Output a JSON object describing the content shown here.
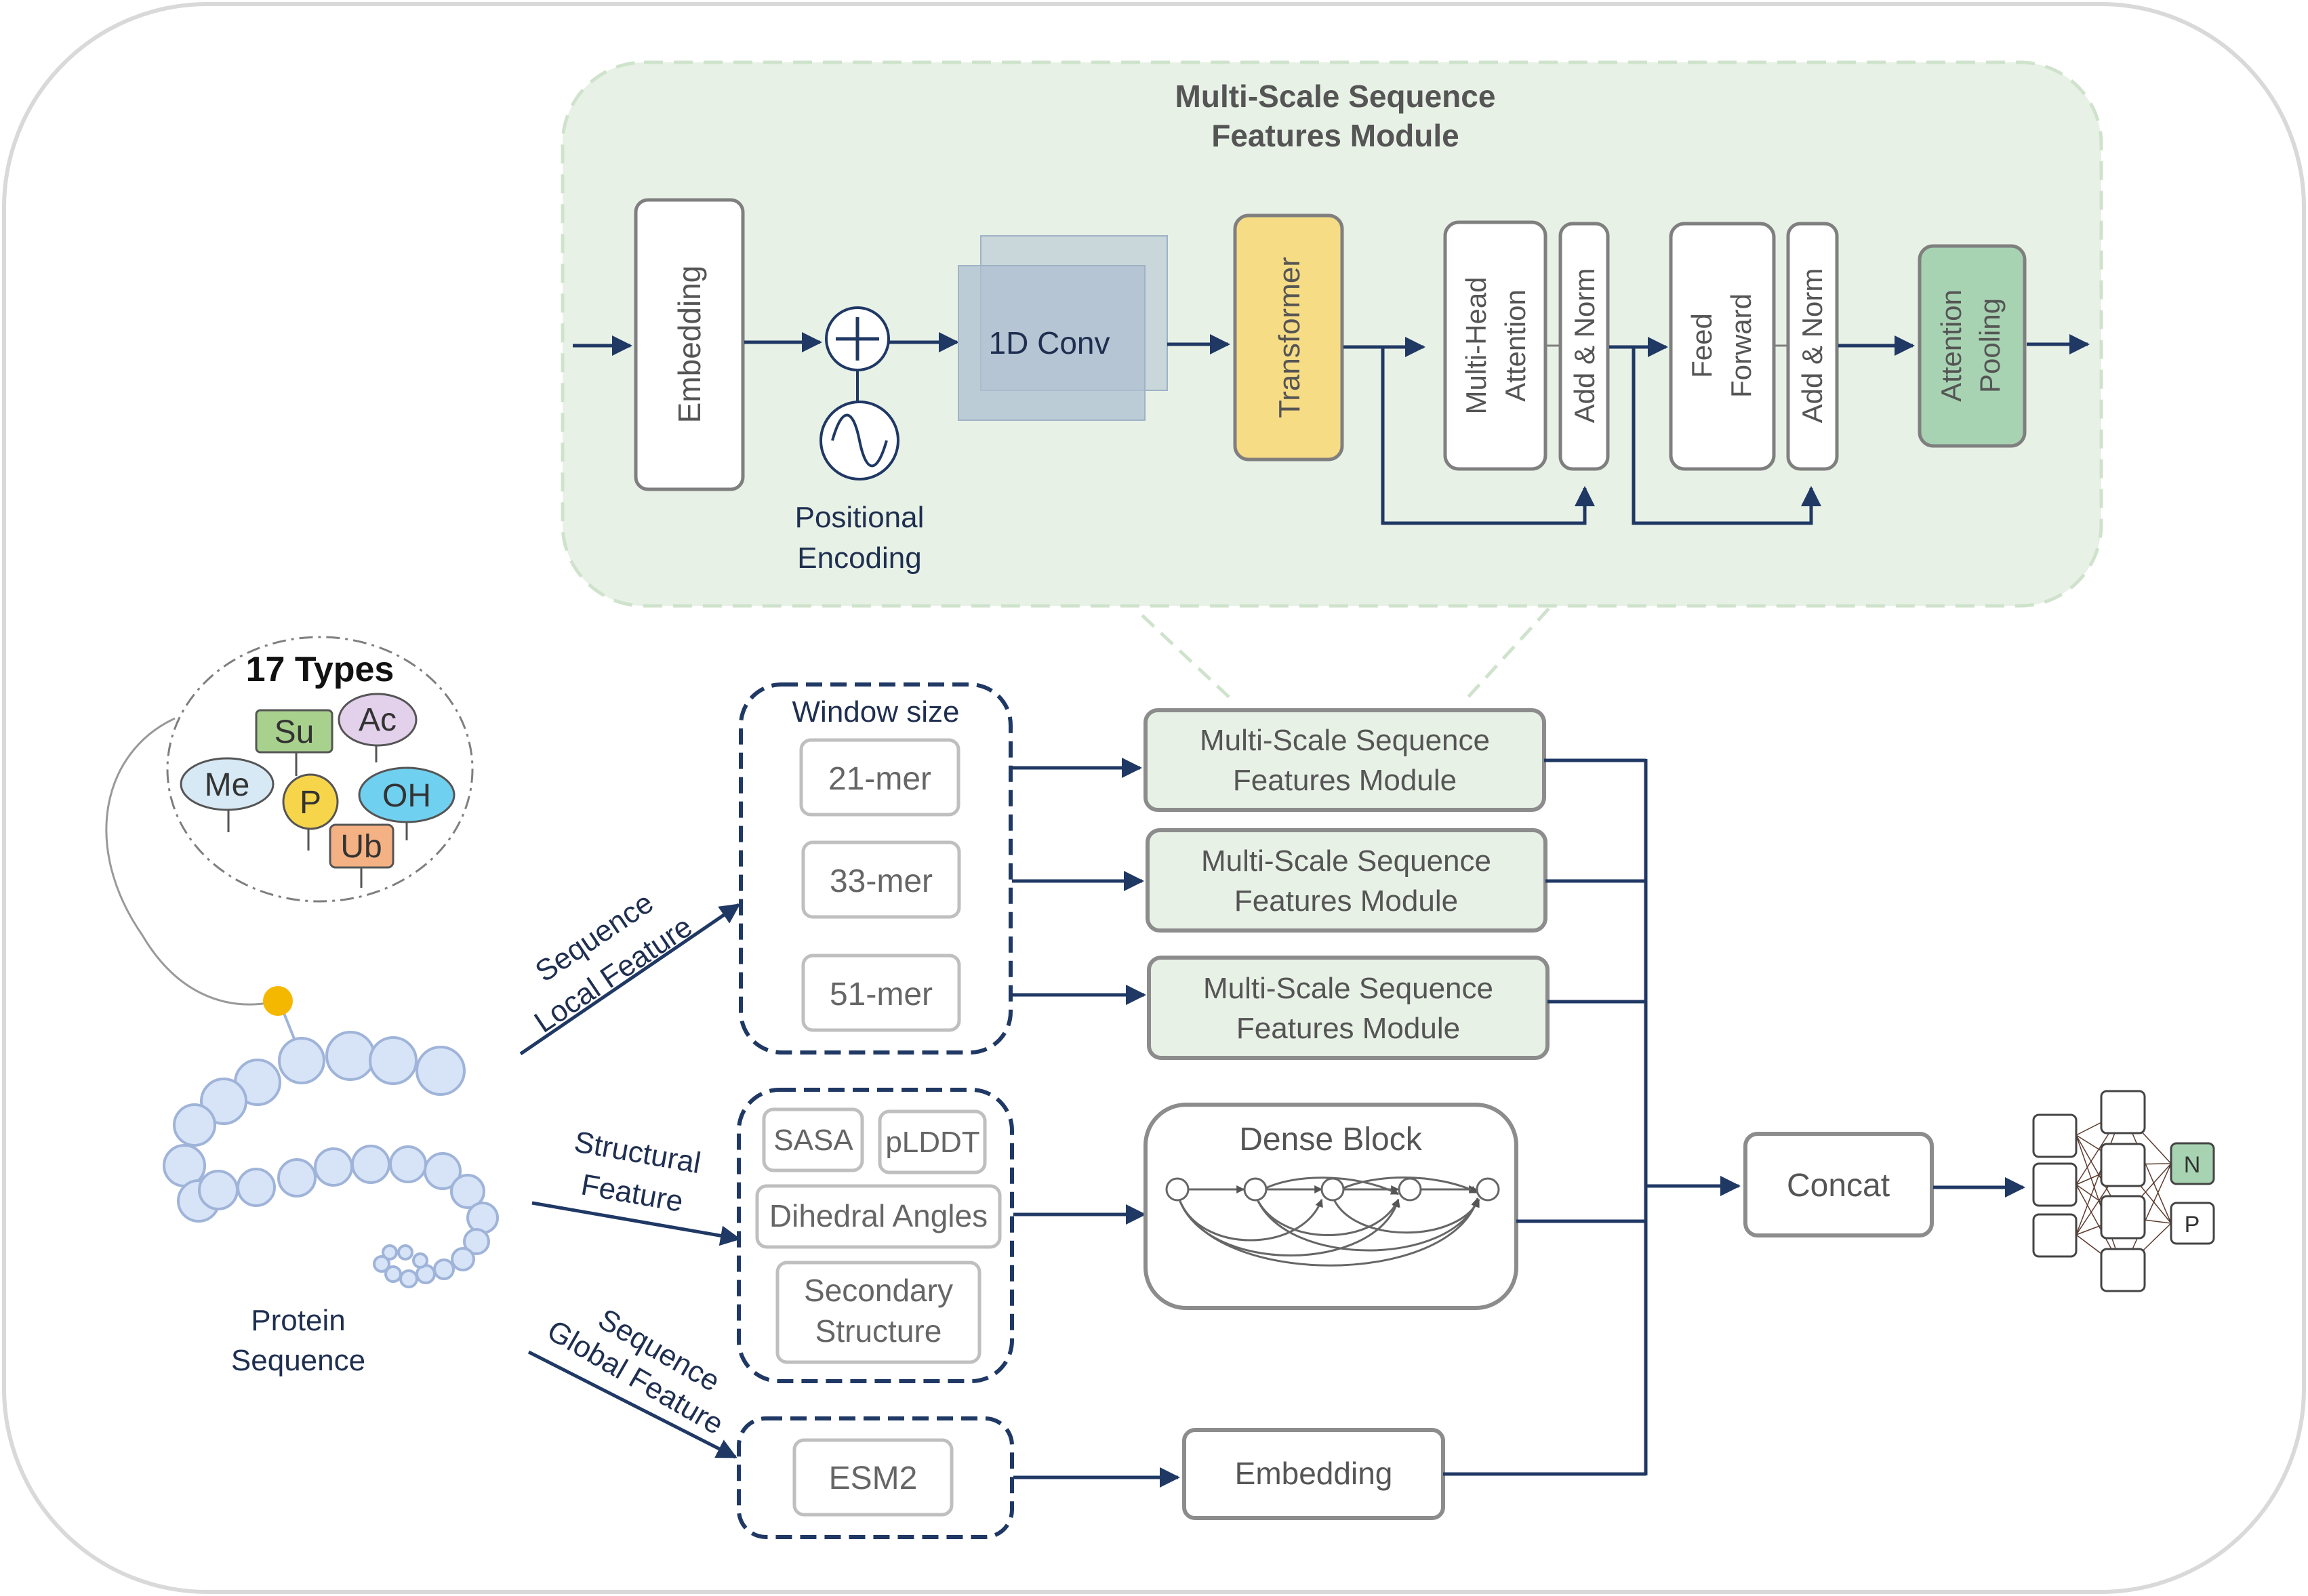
{
  "module_detail": {
    "title_line1": "Multi-Scale Sequence",
    "title_line2": "Features Module",
    "embedding": "Embedding",
    "positional_line1": "Positional",
    "positional_line2": "Encoding",
    "conv": "1D Conv",
    "transformer": "Transformer",
    "mha_line1": "Multi-Head",
    "mha_line2": "Attention",
    "add_norm_1": "Add & Norm",
    "ff_line1": "Feed",
    "ff_line2": "Forward",
    "add_norm_2": "Add & Norm",
    "pool_line1": "Attention",
    "pool_line2": "Pooling"
  },
  "ptm": {
    "title": "17 Types",
    "tags": [
      "Su",
      "Ac",
      "Me",
      "P",
      "OH",
      "Ub"
    ]
  },
  "protein": {
    "label_line1": "Protein",
    "label_line2": "Sequence"
  },
  "branches": {
    "local_line1": "Sequence",
    "local_line2": "Local Feature",
    "structural_line1": "Structural",
    "structural_line2": "Feature",
    "global_line1": "Sequence",
    "global_line2": "Global Feature"
  },
  "window": {
    "title": "Window size",
    "sizes": [
      "21-mer",
      "33-mer",
      "51-mer"
    ]
  },
  "structural_inputs": {
    "sasa": "SASA",
    "plddt": "pLDDT",
    "dihedral": "Dihedral Angles",
    "secondary_line1": "Secondary",
    "secondary_line2": "Structure"
  },
  "global_input": {
    "esm": "ESM2"
  },
  "modules": {
    "line1": "Multi-Scale Sequence",
    "line2": "Features Module"
  },
  "dense_block": {
    "title": "Dense Block"
  },
  "embedding_block": {
    "label": "Embedding"
  },
  "concat": {
    "label": "Concat"
  },
  "classifier": {
    "output_n": "N",
    "output_p": "P"
  },
  "colors": {
    "navy": "#1f3864",
    "module_fill": "#e8f1e6",
    "module_border": "#cfe3cc",
    "transformer_fill": "#f7dc86",
    "pooling_fill": "#a7d3b2",
    "conv_fill": "#aebfd0",
    "bead_fill": "#d7e3f7",
    "bead_stroke": "#9fb4d8",
    "attach_dot": "#f5b800",
    "tag_su": "#a9d18e",
    "tag_ac": "#e3d1ec",
    "tag_me": "#d6e9f5",
    "tag_p": "#f7d54a",
    "tag_oh": "#6fd0f0",
    "tag_ub": "#f4b183"
  }
}
